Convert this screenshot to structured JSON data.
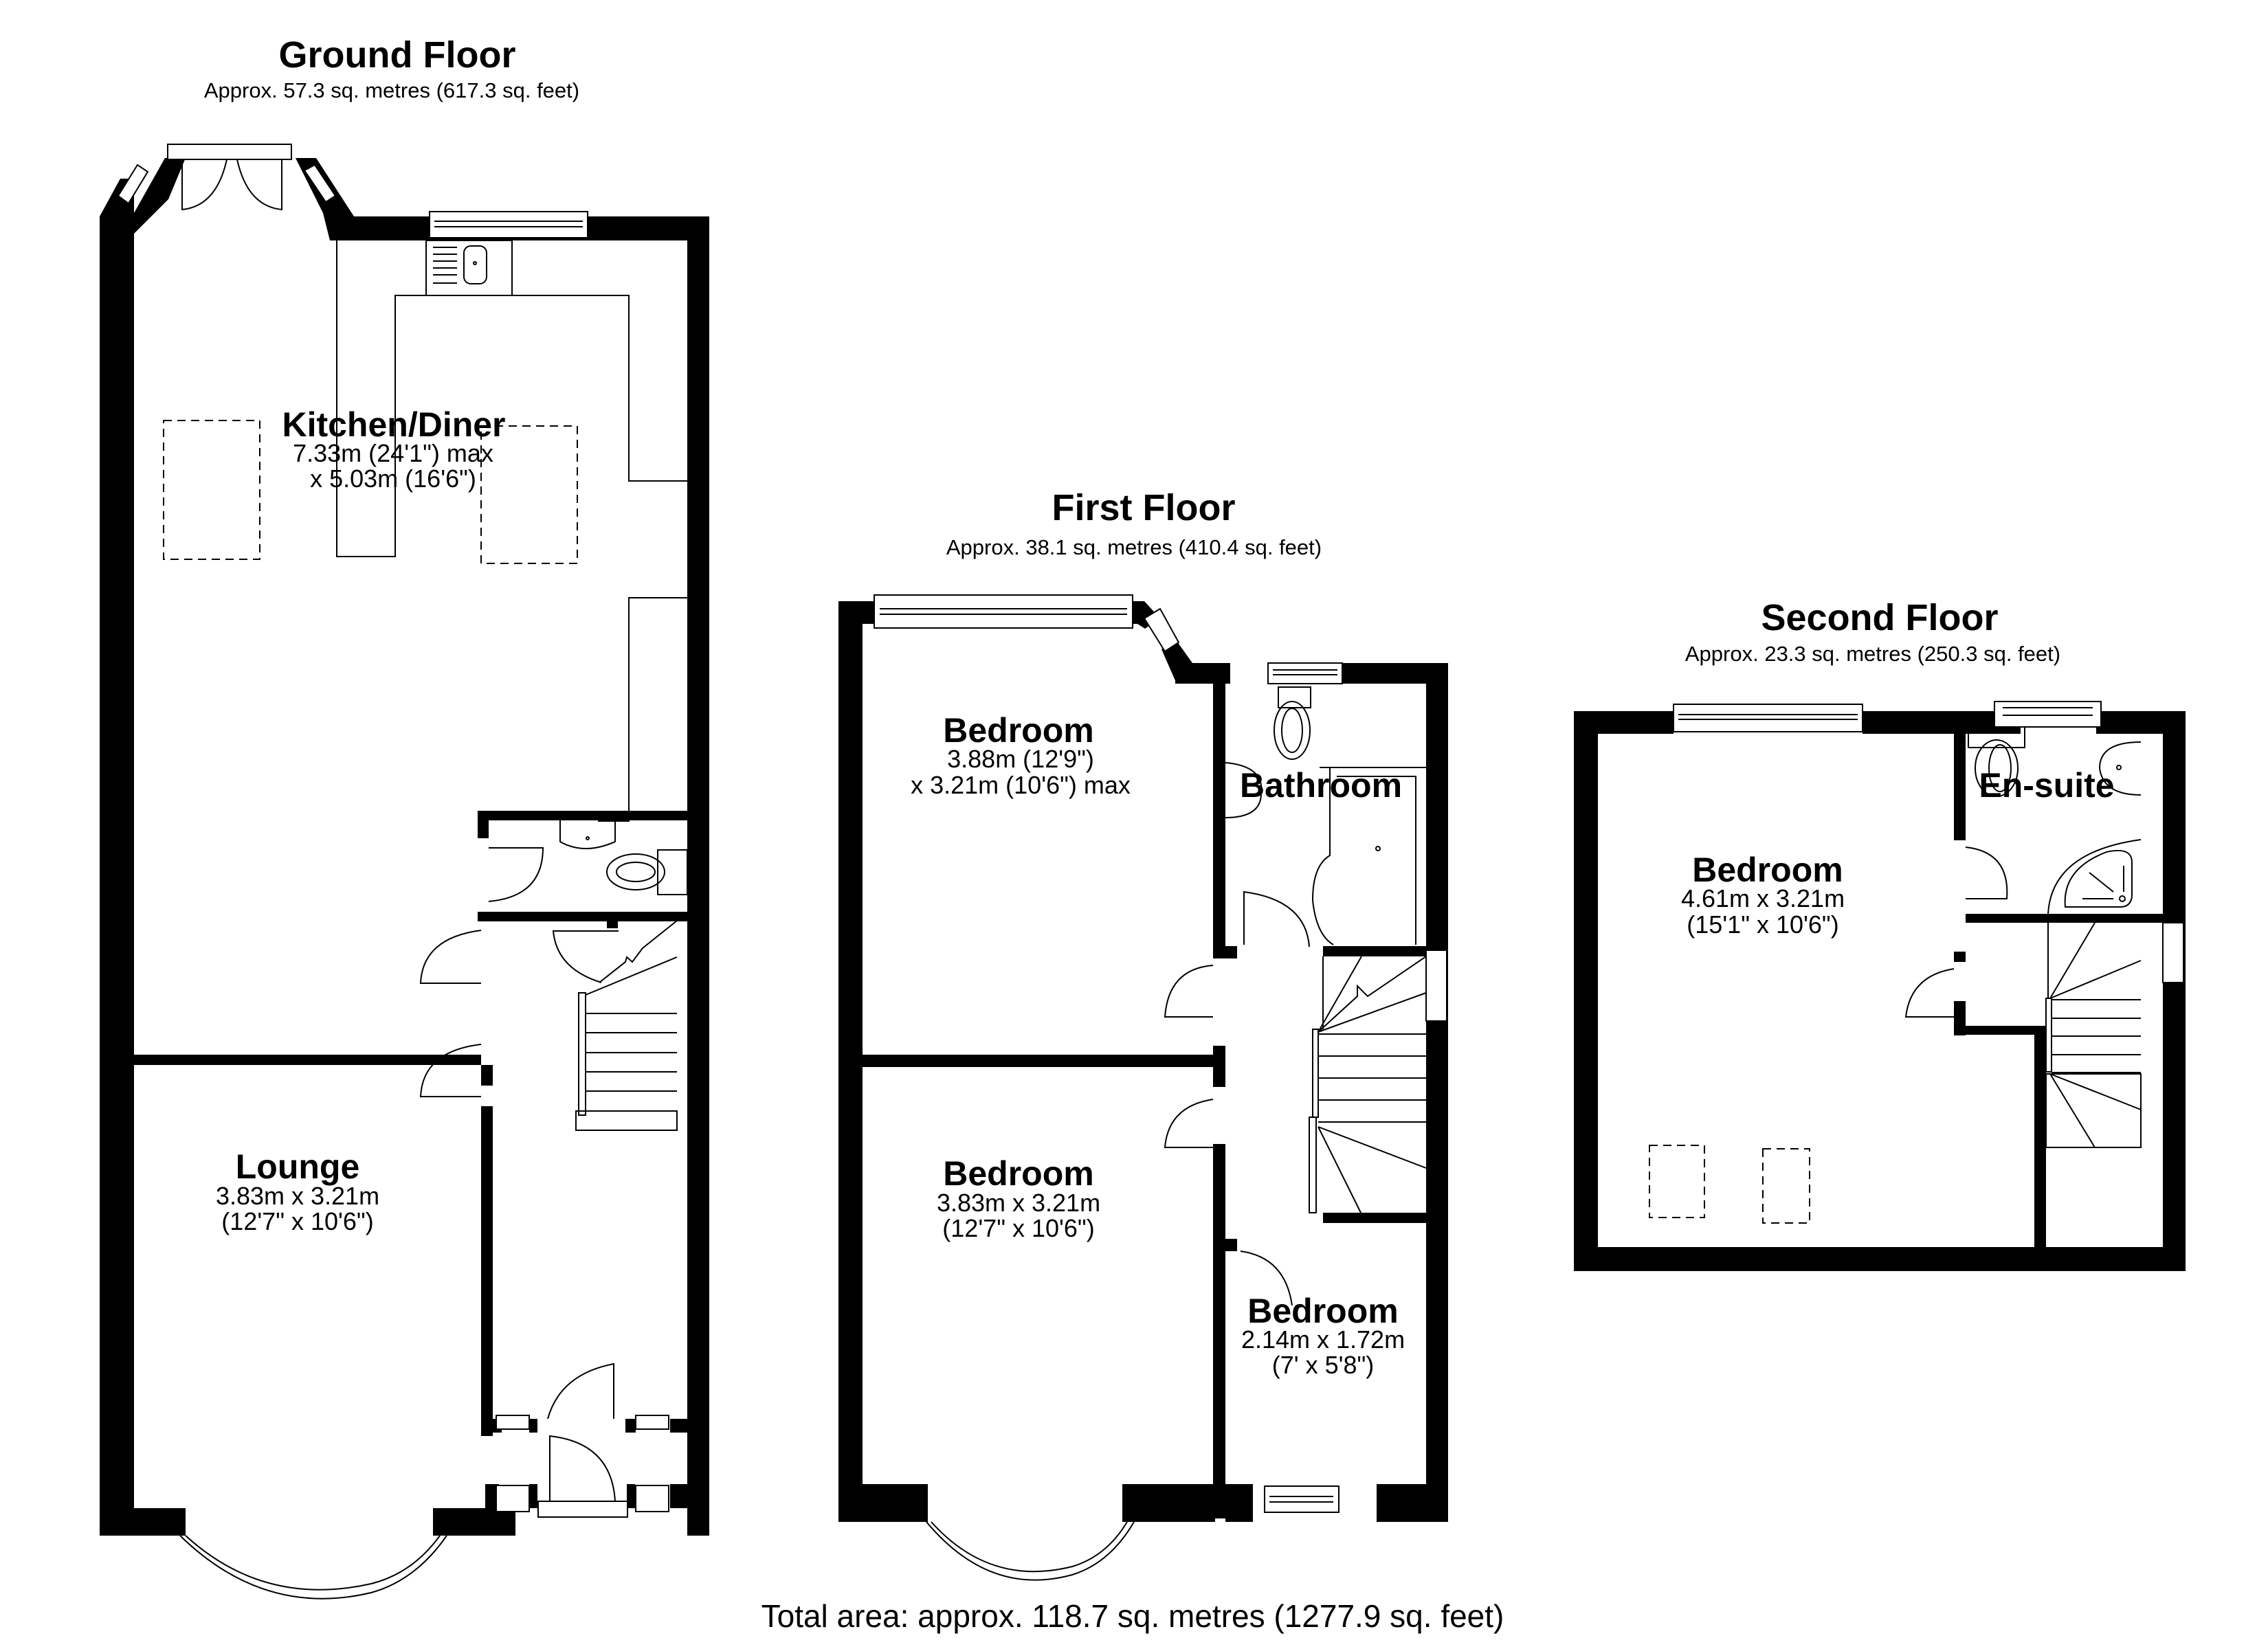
{
  "floors": {
    "ground": {
      "title": "Ground Floor",
      "area": "Approx. 57.3 sq. metres (617.3 sq. feet)",
      "rooms": {
        "kitchen": {
          "name": "Kitchen/Diner",
          "dim1": "7.33m (24'1\") max",
          "dim2": "x 5.03m (16'6\")"
        },
        "lounge": {
          "name": "Lounge",
          "dim1": "3.83m x 3.21m",
          "dim2": "(12'7\" x 10'6\")"
        }
      }
    },
    "first": {
      "title": "First Floor",
      "area": "Approx. 38.1 sq. metres (410.4 sq. feet)",
      "rooms": {
        "bedroom_front": {
          "name": "Bedroom",
          "dim1": "3.88m (12'9\")",
          "dim2": "x 3.21m (10'6\") max"
        },
        "bathroom": {
          "name": "Bathroom"
        },
        "bedroom_rear": {
          "name": "Bedroom",
          "dim1": "3.83m x 3.21m",
          "dim2": "(12'7\" x 10'6\")"
        },
        "bedroom_small": {
          "name": "Bedroom",
          "dim1": "2.14m x 1.72m",
          "dim2": "(7' x 5'8\")"
        }
      }
    },
    "second": {
      "title": "Second Floor",
      "area": "Approx. 23.3 sq. metres (250.3 sq. feet)",
      "rooms": {
        "bedroom": {
          "name": "Bedroom",
          "dim1": "4.61m x 3.21m",
          "dim2": "(15'1\" x 10'6\")"
        },
        "ensuite": {
          "name": "En-suite"
        }
      }
    }
  },
  "total_area": "Total area: approx. 118.7 sq. metres (1277.9 sq. feet)",
  "colors": {
    "wall": "#000000",
    "background": "#ffffff",
    "line": "#000000"
  }
}
